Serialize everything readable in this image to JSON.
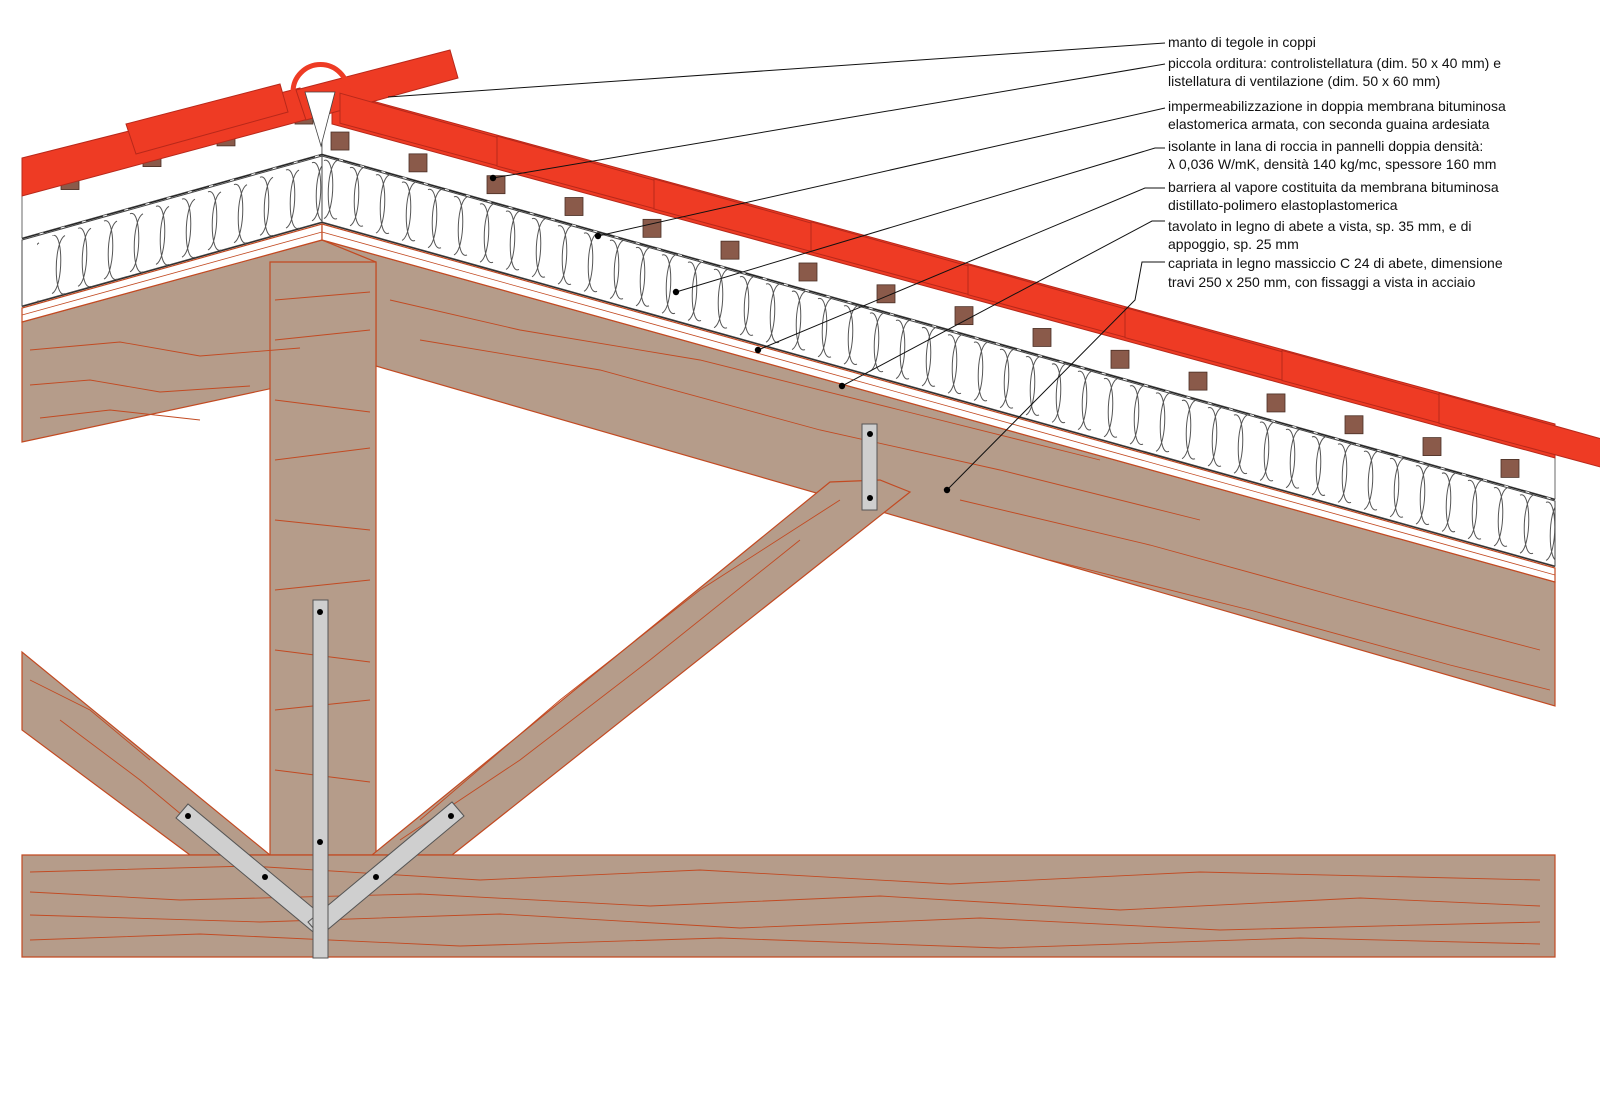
{
  "labels": [
    {
      "lines": [
        "manto di tegole in coppi"
      ]
    },
    {
      "lines": [
        "piccola orditura: controlistellatura (dim. 50 x 40 mm) e",
        "listellatura di ventilazione (dim. 50 x 60 mm)"
      ]
    },
    {
      "lines": [
        "impermeabilizzazione in doppia membrana bituminosa",
        "elastomerica armata, con seconda guaina ardesiata"
      ]
    },
    {
      "lines": [
        "isolante in lana di roccia in pannelli doppia densità:",
        "λ 0,036 W/mK, densità 140 kg/mc, spessore 160 mm"
      ]
    },
    {
      "lines": [
        "barriera al vapore costituita da membrana bituminosa",
        "distillato-polimero elastoplastomerica"
      ]
    },
    {
      "lines": [
        "tavolato in legno di abete a vista, sp. 35 mm, e di",
        "appoggio, sp. 25 mm"
      ]
    },
    {
      "lines": [
        "capriata in legno massiccio C 24  di abete, dimensione",
        "travi 250 x 250 mm, con fissaggi a vista in acciaio"
      ]
    }
  ],
  "colors": {
    "tile": "#ee3b24",
    "tile_outline": "#b8281a",
    "batten": "#8a5a4a",
    "wood": "#b59c8a",
    "grain": "#c24a22",
    "steel": "#cfcfcf",
    "membrane": "#111111",
    "insulation_stroke": "#555555"
  }
}
